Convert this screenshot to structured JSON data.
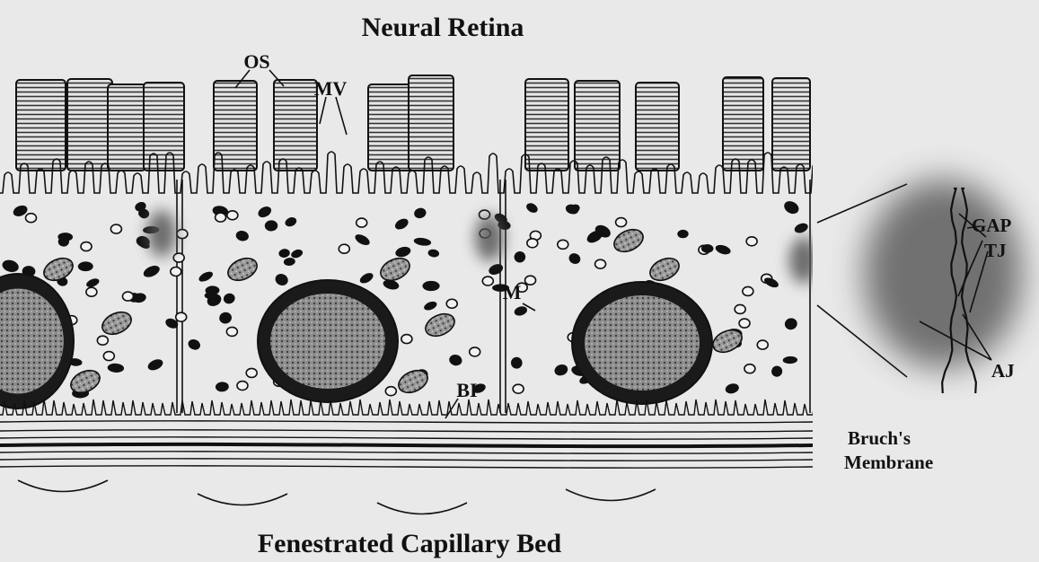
{
  "title_top": "Neural Retina",
  "title_bottom": "Fenestrated Capillary Bed",
  "labels": {
    "os": "OS",
    "mv": "MV",
    "m": "M",
    "bi": "BI",
    "gap": "GAP",
    "tj": "TJ",
    "aj": "AJ",
    "bruch_line1": "Bruch's",
    "bruch_line2": "Membrane"
  },
  "colors": {
    "background": "#e9e9e9",
    "ink": "#111111",
    "nucleus": "#1a1a1a",
    "shade": "#555555"
  }
}
